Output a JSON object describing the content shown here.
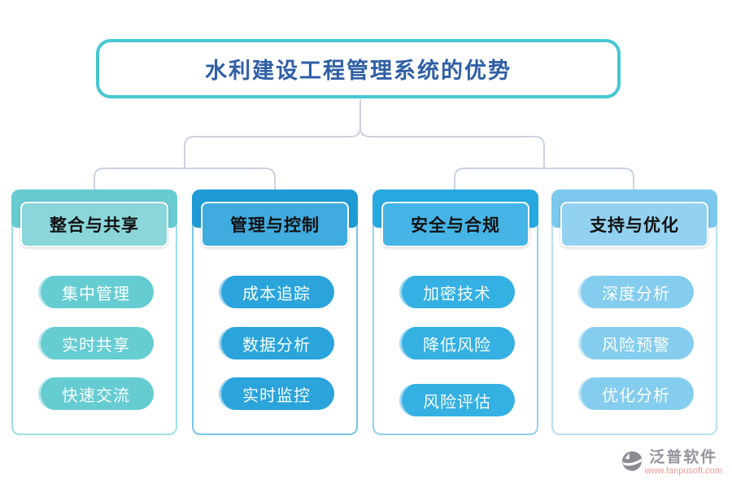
{
  "title": "水利建设工程管理系统的优势",
  "columns": [
    {
      "header": "整合与共享",
      "items": [
        "集中管理",
        "实时共享",
        "快速交流"
      ],
      "colors": {
        "header": "#68cbd1",
        "inner": "#8ad6da",
        "pill": "#65ccd2",
        "border": "#9edfe2"
      }
    },
    {
      "header": "管理与控制",
      "items": [
        "成本追踪",
        "数据分析",
        "实时监控"
      ],
      "colors": {
        "header": "#1e9bd5",
        "inner": "#3fabde",
        "pill": "#2aa4db",
        "border": "#7ac5e9"
      }
    },
    {
      "header": "安全与合规",
      "items": [
        "加密技术",
        "降低风险",
        "风险评估"
      ],
      "colors": {
        "header": "#27a9e0",
        "inner": "#45b4e6",
        "pill": "#34b0e3",
        "border": "#8fd2ef"
      }
    },
    {
      "header": "支持与优化",
      "items": [
        "深度分析",
        "风险预警",
        "优化分析"
      ],
      "colors": {
        "header": "#7cc7ed",
        "inner": "#93d1f0",
        "pill": "#84cdee",
        "border": "#b7e1f5"
      }
    }
  ],
  "watermark": {
    "brand": "泛普软件",
    "url": "www.fanpusoft.com"
  },
  "colors": {
    "title_border": "#46c7d0",
    "title_text": "#2f5fa5",
    "connector": "#cbd2e1",
    "node_title_text": "#111111",
    "pill_text": "#ffffff",
    "watermark_brand": "#94949c",
    "watermark_url": "#e89b94"
  }
}
